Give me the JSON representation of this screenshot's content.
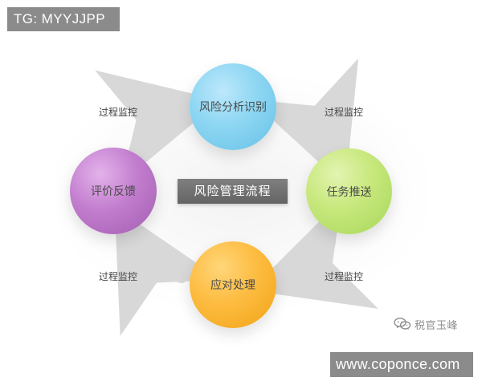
{
  "watermarks": {
    "top": "TG: MYYJJPP",
    "bottom": "www.coponce.com"
  },
  "brand": {
    "text": "税官玉峰",
    "icon": "wechat-icon"
  },
  "diagram": {
    "center_title": "风险管理流程",
    "nodes": {
      "top": "风险分析识别",
      "right": "任务推送",
      "bottom": "应对处理",
      "left": "评价反馈"
    },
    "process_labels": {
      "top_left": "过程监控",
      "top_right": "过程监控",
      "bottom_left": "过程监控",
      "bottom_right": "过程监控"
    },
    "colors": {
      "top": "#66c1e6",
      "right": "#a7d75a",
      "bottom": "#f2a314",
      "left": "#a45db1",
      "arrow": "#d8d8d8",
      "center_box": "#707070",
      "label": "#444444"
    }
  }
}
